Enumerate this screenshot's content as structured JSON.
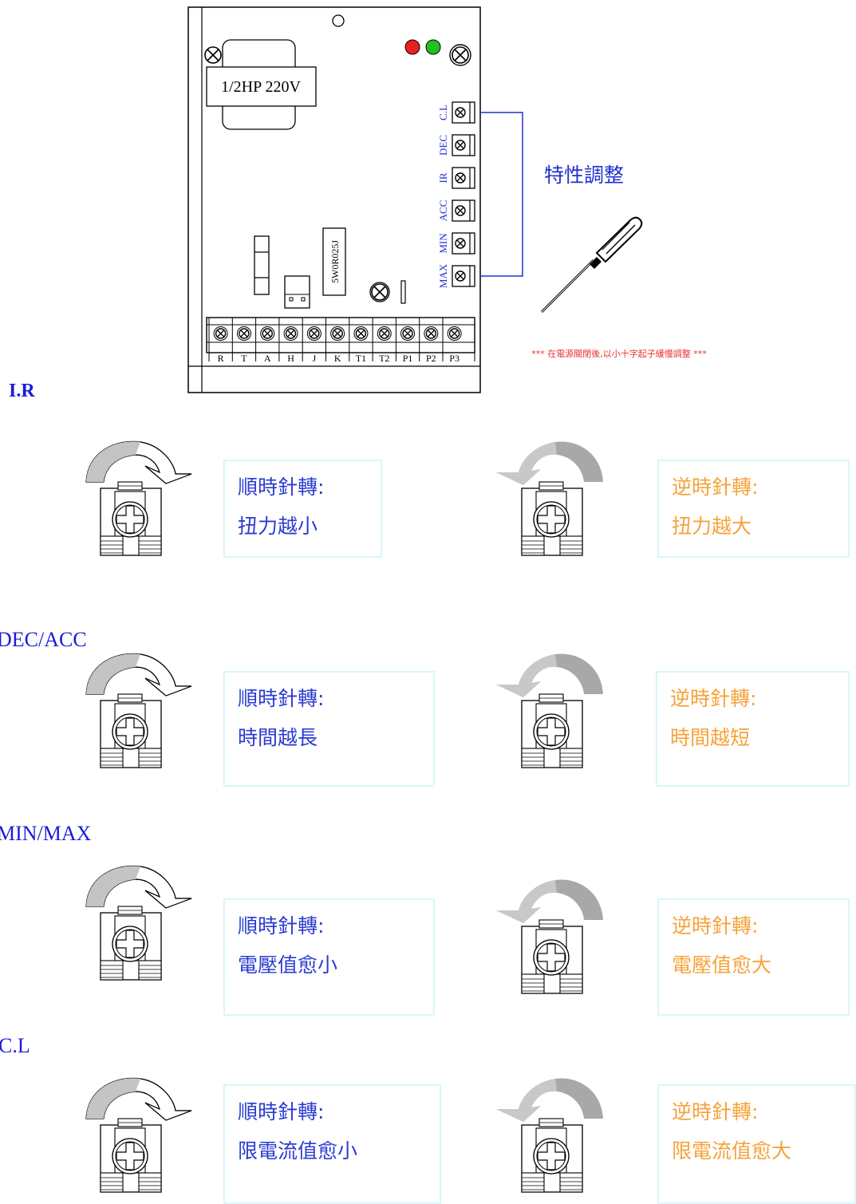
{
  "board": {
    "motor_label": "1/2HP 220V",
    "resistor_label": "5W0R025J",
    "trimmers": [
      "C.L",
      "DEC",
      "IR",
      "ACC",
      "MIN",
      "MAX"
    ],
    "terminals": [
      "R",
      "T",
      "A",
      "H",
      "J",
      "K",
      "T1",
      "T2",
      "P1",
      "P2",
      "P3"
    ],
    "adjust_title": "特性調整",
    "warning": "*** 在電源關閉後,以小十字起子緩慢調整 ***",
    "colors": {
      "led_red": "#e82020",
      "led_green": "#20c020",
      "label_blue": "#2030d0",
      "warning_red": "#e83030"
    }
  },
  "sections": [
    {
      "title": "I.R",
      "cw_title": "順時針轉:",
      "cw_desc": "扭力越小",
      "ccw_title": "逆時針轉:",
      "ccw_desc": "扭力越大"
    },
    {
      "title": "DEC/ACC",
      "cw_title": "順時針轉:",
      "cw_desc": "時間越長",
      "ccw_title": "逆時針轉:",
      "ccw_desc": "時間越短"
    },
    {
      "title": "MIN/MAX",
      "cw_title": "順時針轉:",
      "cw_desc": "電壓值愈小",
      "ccw_title": "逆時針轉:",
      "ccw_desc": "電壓值愈大"
    },
    {
      "title": "C.L",
      "cw_title": "順時針轉:",
      "cw_desc": "限電流值愈小",
      "ccw_title": "逆時針轉:",
      "ccw_desc": "限電流值愈大"
    }
  ]
}
